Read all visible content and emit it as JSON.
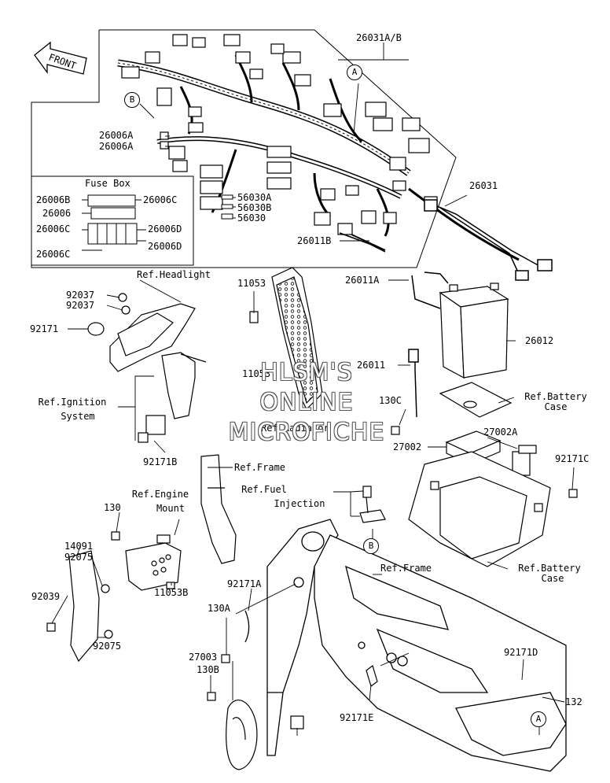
{
  "front_arrow": "FRONT",
  "fuse_box_title": "Fuse Box",
  "circle_refs": {
    "a_top": "A",
    "b_top": "B",
    "b_mid": "B",
    "a_bottom": "A"
  },
  "parts": {
    "p26031ab": "26031A/B",
    "p26006a_1": "26006A",
    "p26006a_2": "26006A",
    "p26006b": "26006B",
    "p26006c_r": "26006C",
    "p26006": "26006",
    "p26006c_l": "26006C",
    "p26006d_1": "26006D",
    "p26006c_b": "26006C",
    "p26006d_2": "26006D",
    "p56030a": "56030A",
    "p56030b": "56030B",
    "p56030": "56030",
    "p26031": "26031",
    "p26011b": "26011B",
    "p26011a": "26011A",
    "p26012": "26012",
    "p26011": "26011",
    "p130c": "130C",
    "p27002": "27002",
    "p27002a": "27002A",
    "p92171c": "92171C",
    "p92037_1": "92037",
    "p92037_2": "92037",
    "p92171": "92171",
    "p11053": "11053",
    "p11053_2": "11053",
    "p92171b": "92171B",
    "p130": "130",
    "p14091": "14091",
    "p92075_1": "92075",
    "p92039": "92039",
    "p92075_2": "92075",
    "p11053b": "11053B",
    "p92171a": "92171A",
    "p130a": "130A",
    "p27003": "27003",
    "p130b": "130B",
    "p92171e": "92171E",
    "p92171d": "92171D",
    "p132": "132"
  },
  "refs": {
    "headlight": "Ref.Headlight",
    "ignition_1": "Ref.Ignition",
    "ignition_2": "System",
    "radiator": "Ref.Radiator",
    "battery_case_1a": "Ref.Battery",
    "battery_case_1b": "Case",
    "frame_top": "Ref.Frame",
    "engine_mount_1": "Ref.Engine",
    "engine_mount_2": "Mount",
    "fuel_injection_1": "Ref.Fuel",
    "fuel_injection_2": "Injection",
    "frame_mid": "Ref.Frame",
    "battery_case_2a": "Ref.Battery",
    "battery_case_2b": "Case"
  },
  "watermark": {
    "line1": "HLSM'S",
    "line2": "ONLINE",
    "line3": "MICROFICHE"
  }
}
